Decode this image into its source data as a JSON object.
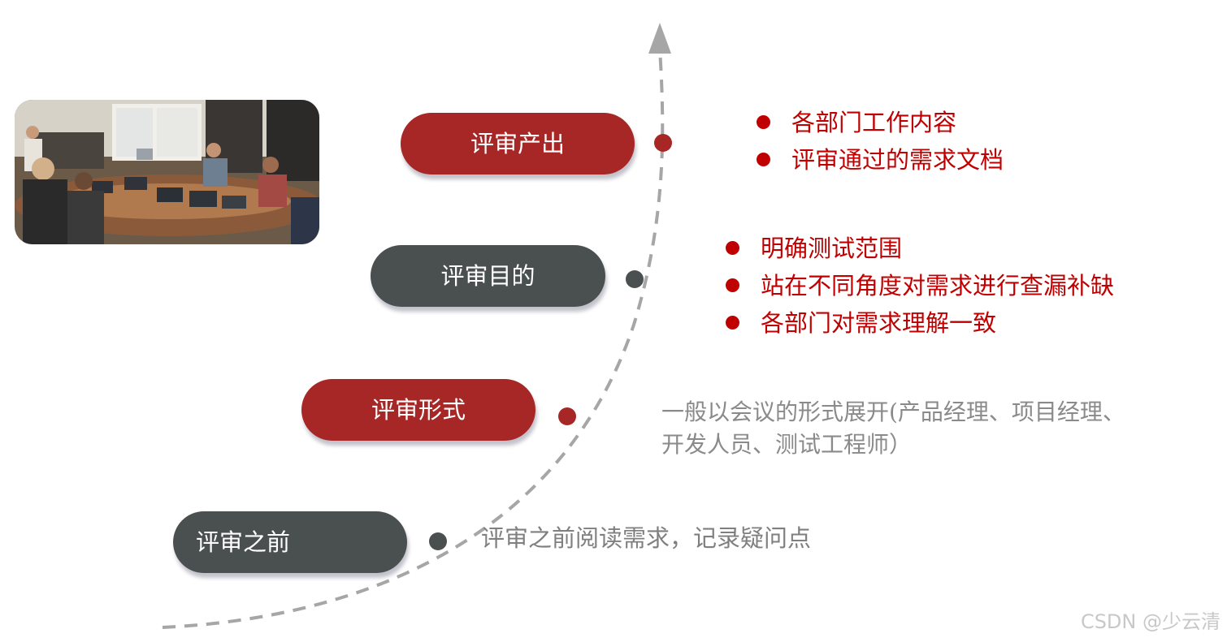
{
  "colors": {
    "accent_red": "#a72727",
    "dark_grey": "#4a4f4f",
    "bullet_red": "#c00000",
    "body_grey": "#8a8a8a",
    "curve_grey": "#a6a6a6"
  },
  "stages": [
    {
      "label": "评审之前",
      "style": "grey",
      "description": "评审之前阅读需求，记录疑问点"
    },
    {
      "label": "评审形式",
      "style": "red",
      "description_lines": [
        "一般以会议的形式展开(产品经理、项目经理、",
        "开发人员、测试工程师）"
      ]
    },
    {
      "label": "评审目的",
      "style": "grey",
      "bullets": [
        "明确测试范围",
        "站在不同角度对需求进行查漏补缺",
        "各部门对需求理解一致"
      ]
    },
    {
      "label": "评审产出",
      "style": "red",
      "bullets": [
        "各部门工作内容",
        "评审通过的需求文档"
      ]
    }
  ],
  "image": {
    "icon": "meeting-photo",
    "description_visible": ""
  },
  "watermark": "CSDN @少云清"
}
